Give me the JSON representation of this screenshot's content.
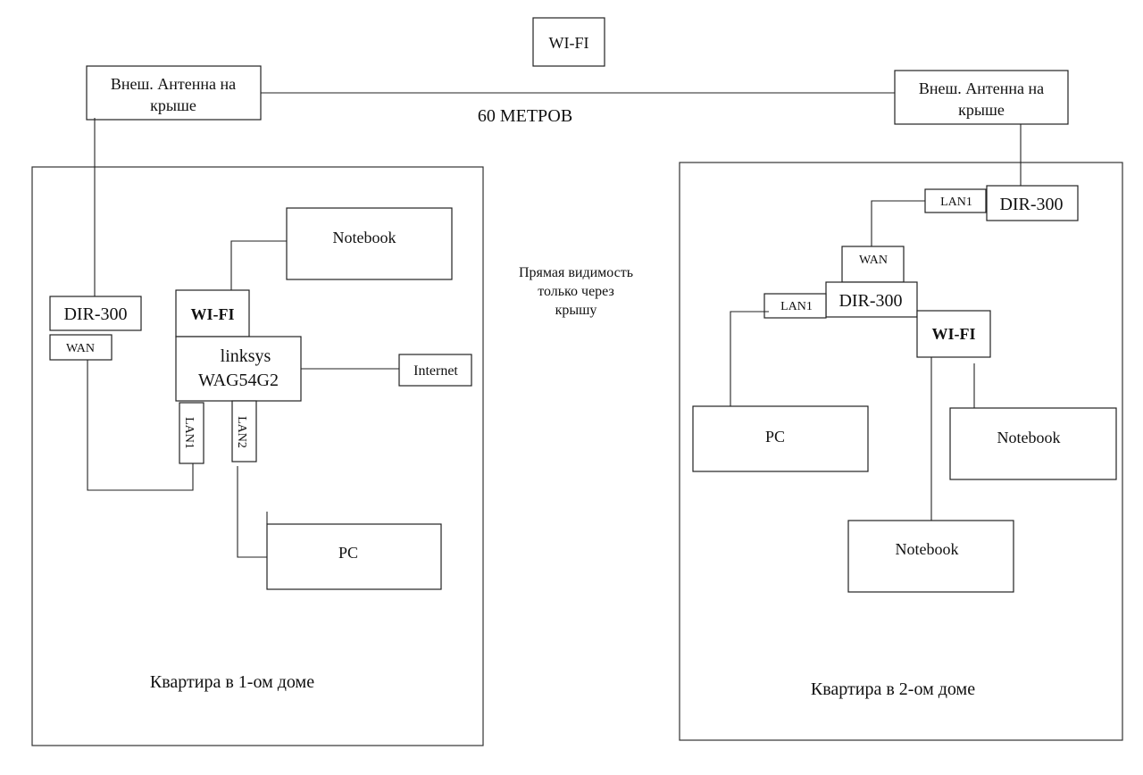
{
  "title_box": "WI-FI",
  "distance_label": "60 МЕТРОВ",
  "line_of_sight_note": [
    "Прямая видимость",
    "только через",
    "крышу"
  ],
  "left_house": {
    "label": "Квартира в 1-ом доме",
    "antenna": [
      "Внеш. Антенна на",
      "крыше"
    ],
    "dir300": "DIR-300",
    "dir300_port": "WAN",
    "wifi": "WI-FI",
    "linksys": [
      "linksys",
      "WAG54G2"
    ],
    "lan1": "LAN1",
    "lan2": "LAN2",
    "internet": "Internet",
    "notebook": "Notebook",
    "pc": "PC"
  },
  "right_house": {
    "label": "Квартира в 2-ом доме",
    "antenna": [
      "Внеш. Антенна на",
      "крыше"
    ],
    "dir300_top": "DIR-300",
    "dir300_top_port": "LAN1",
    "dir300_mid": "DIR-300",
    "dir300_mid_wan": "WAN",
    "dir300_mid_lan": "LAN1",
    "wifi": "WI-FI",
    "pc": "PC",
    "notebook_right": "Notebook",
    "notebook_bottom": "Notebook"
  }
}
